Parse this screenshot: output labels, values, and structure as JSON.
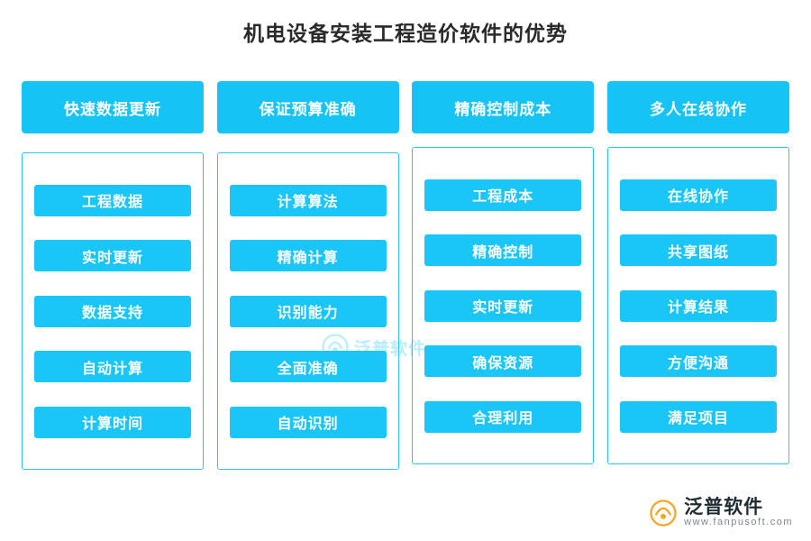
{
  "title": "机电设备安装工程造价软件的优势",
  "columns": [
    {
      "header": "快速数据更新",
      "items": [
        "工程数据",
        "实时更新",
        "数据支持",
        "自动计算",
        "计算时间"
      ]
    },
    {
      "header": "保证预算准确",
      "items": [
        "计算算法",
        "精确计算",
        "识别能力",
        "全面准确",
        "自动识别"
      ]
    },
    {
      "header": "精确控制成本",
      "items": [
        "工程成本",
        "精确控制",
        "实时更新",
        "确保资源",
        "合理利用"
      ]
    },
    {
      "header": "多人在线协作",
      "items": [
        "在线协作",
        "共享图纸",
        "计算结果",
        "方便沟通",
        "满足项目"
      ]
    }
  ],
  "watermark": {
    "text": "泛普软件"
  },
  "brand": {
    "name_cn": "泛普软件",
    "name_en": "www.fanpusoft.com"
  },
  "colors": {
    "accent": "#19c6f7",
    "header": "#15c3f5",
    "panel_border": "#29c5f6",
    "title_text": "#2a2a2a"
  }
}
